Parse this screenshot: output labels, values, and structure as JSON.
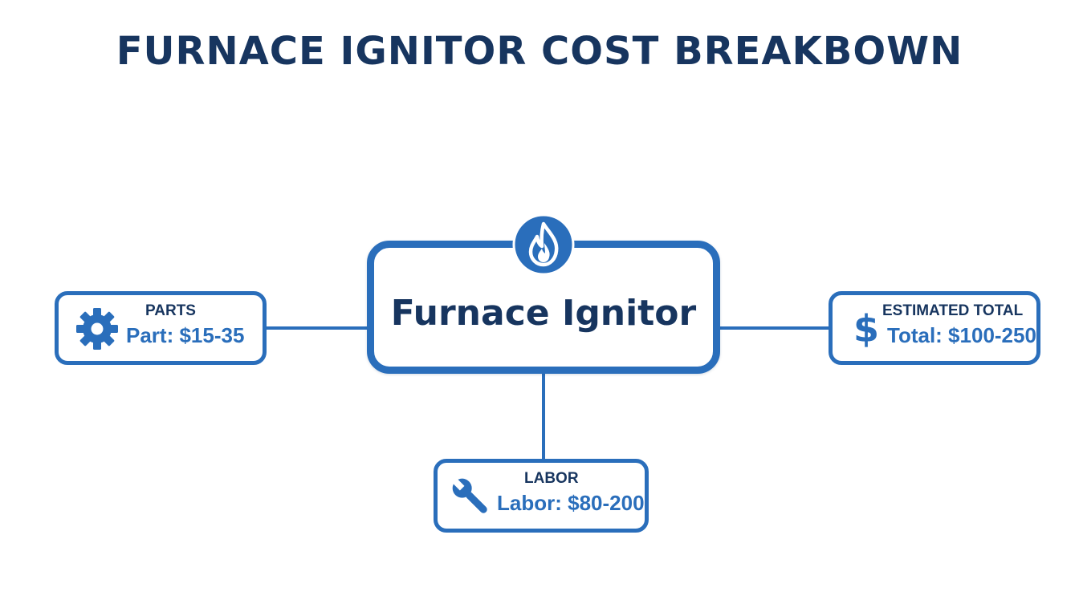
{
  "title": "FURNACE IGNITOR COST BREAKBOWN",
  "colors": {
    "primary_blue": "#2a6ebb",
    "navy": "#17355f",
    "background": "#ffffff"
  },
  "center": {
    "label": "Furnace Ignitor",
    "icon": "flame-icon"
  },
  "nodes": {
    "parts": {
      "heading": "PARTS",
      "value": "Part: $15-35",
      "icon": "gear-icon"
    },
    "labor": {
      "heading": "LABOR",
      "value": "Labor: $80-200",
      "icon": "wrench-icon"
    },
    "total": {
      "heading": "ESTIMATED TOTAL",
      "value": "Total: $100-250",
      "icon": "dollar-icon"
    }
  }
}
